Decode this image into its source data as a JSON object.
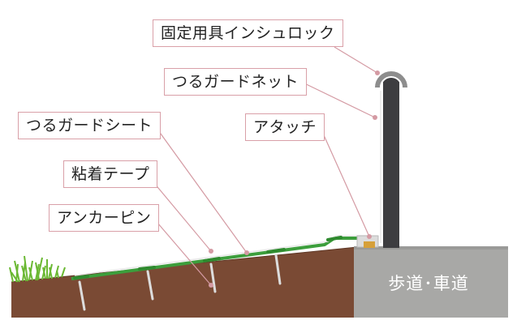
{
  "labels": {
    "lock": "固定用具インシュロック",
    "net": "つるガードネット",
    "sheet": "つるガードシート",
    "attach": "アタッチ",
    "tape": "粘着テープ",
    "pin": "アンカーピン"
  },
  "area": {
    "sidewalk": "歩道･車道"
  },
  "colors": {
    "soil": "#7a4a34",
    "concrete": "#a8a8a6",
    "sheet": "#3c9e3c",
    "pole": "#3d3d40",
    "leader": "#d49aa3",
    "label_border": "#d9a0a8"
  }
}
